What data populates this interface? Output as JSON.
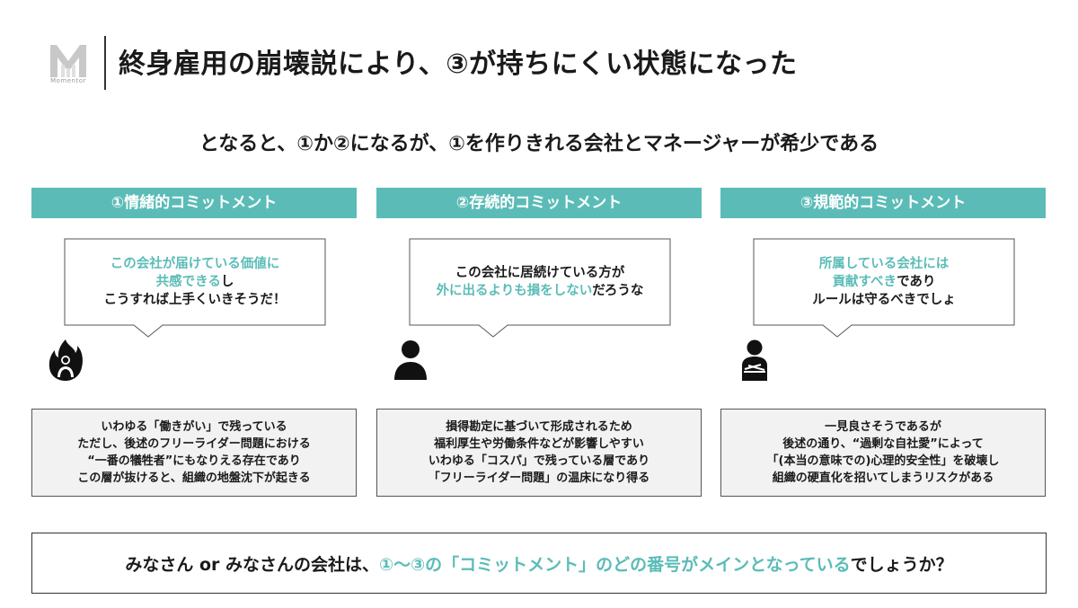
{
  "logo": {
    "text": "Momentor"
  },
  "title": "終身雇用の崩壊説により、③が持ちにくい状態になった",
  "subtitle": "となると、①か②になるが、①を作りきれる会社とマネージャーが希少である",
  "colors": {
    "accent": "#5bbcb7",
    "panel": "#f2f2f2",
    "text": "#1a1a1a"
  },
  "columns": [
    {
      "header": "①情緒的コミットメント",
      "bubble": {
        "line1": "この会社が届けている価値に",
        "line2_accent": "共感できる",
        "line2_rest": "し",
        "line3": "こうすれば上手くいきそうだ！"
      },
      "icon": "fire-person-icon",
      "desc": [
        "いわゆる「働きがい」で残っている",
        "ただし、後述のフリーライダー問題における",
        "“一番の犠牲者”にもなりえる存在であり",
        "この層が抜けると、組織の地盤沈下が起きる"
      ]
    },
    {
      "header": "②存続的コミットメント",
      "bubble": {
        "line1": "この会社に居続けている方が",
        "line2_accent": "外に出るよりも損をしない",
        "line2_rest": "だろうな"
      },
      "icon": "person-icon",
      "desc": [
        "損得勘定に基づいて形成されるため",
        "福利厚生や労働条件などが影響しやすい",
        "いわゆる「コスパ」で残っている層であり",
        "「フリーライダー問題」の温床になり得る"
      ]
    },
    {
      "header": "③規範的コミットメント",
      "bubble": {
        "line1_accent": "所属している会社には",
        "line2_accent": "貢献すべき",
        "line2_rest": "であり",
        "line3": "ルールは守るべきでしょ"
      },
      "icon": "person-crossed-arms-icon",
      "desc": [
        "一見良さそうであるが",
        "後述の通り、“過剰な自社愛”によって",
        "「(本当の意味での)心理的安全性」を破壊し",
        "組織の硬直化を招いてしまうリスクがある"
      ]
    }
  ],
  "question": {
    "part1": "みなさん or みなさんの会社は、",
    "part2_accent": "①〜③の「コミットメント」のどの番号がメインとなっている",
    "part3": "でしょうか？"
  }
}
